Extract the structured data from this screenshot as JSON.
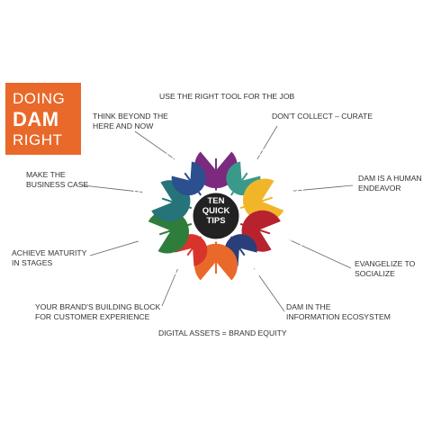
{
  "title": {
    "line1": "DOING",
    "line2": "DAM",
    "line3": "RIGHT"
  },
  "hub": {
    "line1": "TEN",
    "line2": "QUICK",
    "line3": "TIPS"
  },
  "tips": [
    {
      "line1": "USE THE RIGHT TOOL FOR THE JOB",
      "line2": "",
      "color": "#7b2a7e",
      "icon": "tools-icon"
    },
    {
      "line1": "DON'T COLLECT – CURATE",
      "line2": "",
      "color": "#3a9a8a",
      "icon": "filing-cabinet-icon"
    },
    {
      "line1": "DAM IS A HUMAN",
      "line2": "ENDEAVOR",
      "color": "#f1b52a",
      "icon": "human-head-icon"
    },
    {
      "line1": "EVANGELIZE TO",
      "line2": "SOCIALIZE",
      "color": "#b8222e",
      "icon": "conversation-icon"
    },
    {
      "line1": "DAM IN THE",
      "line2": "INFORMATION ECOSYSTEM",
      "color": "#2a3f7a",
      "icon": "puzzle-icon"
    },
    {
      "line1": "DIGITAL ASSETS = BRAND EQUITY",
      "line2": "",
      "color": "#e8692a",
      "icon": "medal-icon"
    },
    {
      "line1": "YOUR BRAND'S BUILDING BLOCK",
      "line2": "FOR CUSTOMER EXPERIENCE",
      "color": "#d9342b",
      "icon": "customer-icon"
    },
    {
      "line1": "ACHIEVE MATURITY",
      "line2": "IN STAGES",
      "color": "#2f7d3a",
      "icon": "plant-hand-icon"
    },
    {
      "line1": "MAKE THE",
      "line2": "BUSINESS CASE",
      "color": "#26737a",
      "icon": "presentation-icon"
    },
    {
      "line1": "THINK BEYOND THE",
      "line2": "HERE AND NOW",
      "color": "#2b4f8f",
      "icon": "trend-chart-icon"
    }
  ],
  "hub_color": "#222222",
  "line_color": "#666666"
}
